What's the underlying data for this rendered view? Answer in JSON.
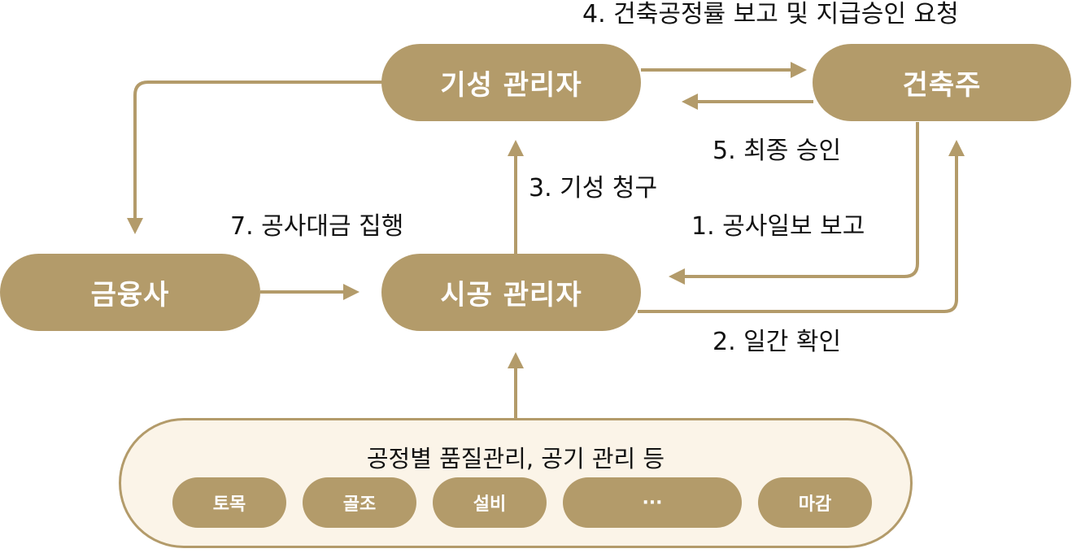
{
  "nodes": {
    "giseong_manager": "기성 관리자",
    "owner": "건축주",
    "finance": "금융사",
    "construction_manager": "시공 관리자"
  },
  "edges": {
    "e4": "4. 건축공정률 보고 및 지급승인 요청",
    "e5": "5. 최종 승인",
    "e3": "3. 기성 청구",
    "e7": "7. 공사대금 집행",
    "e1": "1. 공사일보 보고",
    "e2": "2. 일간 확인"
  },
  "panel": {
    "title": "공정별 품질관리, 공기 관리 등",
    "items": [
      "토목",
      "골조",
      "설비",
      "···",
      "마감"
    ]
  },
  "colors": {
    "node_fill": "#b39b6a",
    "node_text": "#ffffff",
    "panel_fill": "#fbf4e8",
    "arrow": "#b39b6a",
    "label_text": "#111111"
  }
}
